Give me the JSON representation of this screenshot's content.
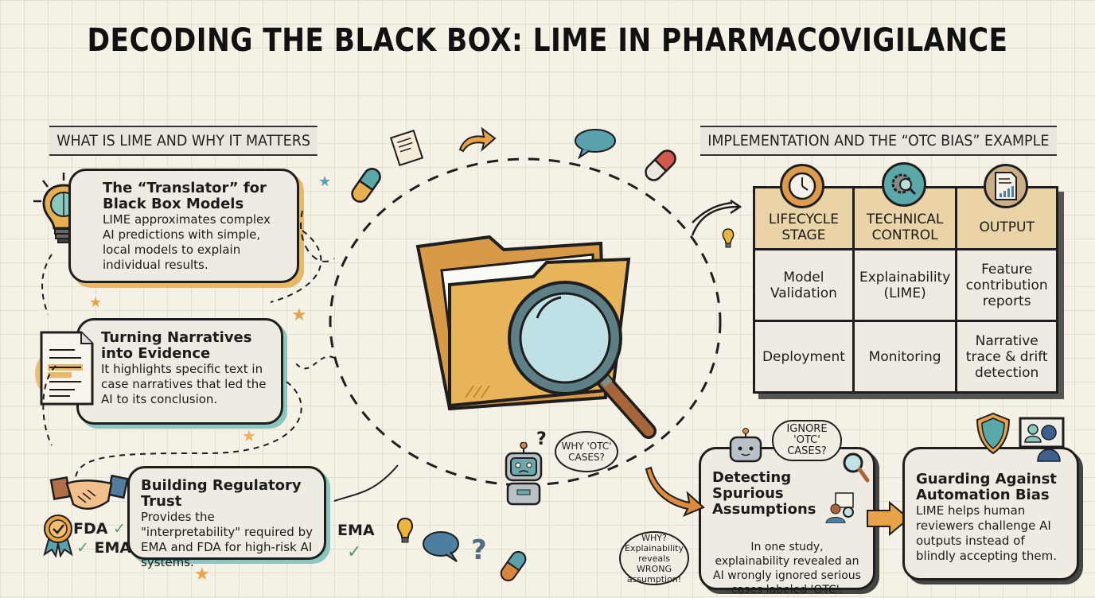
{
  "title": "DECODING THE BLACK BOX: LIME IN PHARMACOVIGILANCE",
  "left_section": {
    "header": "WHAT IS LIME AND WHY IT MATTERS",
    "cards": [
      {
        "icon": "lightbulb-brain-icon",
        "title": "The “Translator” for Black Box Models",
        "body": "LIME approximates complex AI predictions with simple, local models to explain individual results."
      },
      {
        "icon": "document-highlight-icon",
        "title": "Turning Narratives into Evidence",
        "body": "It highlights specific text in case narratives that led the AI to its conclusion."
      },
      {
        "icon": "handshake-icon",
        "title": "Building Regulatory Trust",
        "body": "Provides the \"interpretability\" required by EMA and FDA for high-risk AI systems."
      }
    ],
    "badges": {
      "fda": "FDA",
      "ema": "EMA",
      "ema_standalone": "EMA",
      "check": "✓"
    }
  },
  "center": {
    "illustration": "folder-magnifier-icon",
    "robot_bubble": "WHY 'OTC' CASES?",
    "question_mark": "?"
  },
  "right_section": {
    "header": "IMPLEMENTATION AND THE “OTC BIAS” EXAMPLE",
    "table": {
      "headers": [
        {
          "label": "LIFECYCLE STAGE",
          "icon": "stopwatch-icon",
          "color": "#e09a4c"
        },
        {
          "label": "TECHNICAL CONTROL",
          "icon": "gear-magnifier-icon",
          "color": "#5aa8a8"
        },
        {
          "label": "OUTPUT",
          "icon": "report-chart-icon",
          "color": "#c9ae86"
        }
      ],
      "rows": [
        [
          "Model Validation",
          "Explainability (LIME)",
          "Feature contribution reports"
        ],
        [
          "Deployment",
          "Monitoring",
          "Narrative trace & drift detection"
        ]
      ]
    },
    "cards": [
      {
        "title": "Detecting Spurious Assumptions",
        "body": "In one study, explainability revealed an AI wrongly ignored serious cases labeled 'OTC'.",
        "robot_bubble": "IGNORE 'OTC' CASES?"
      },
      {
        "title": "Guarding Against Automation Bias",
        "body": "LIME helps human reviewers challenge AI outputs instead of blindly accepting them."
      }
    ],
    "why_bubble": "WHY? Explainability reveals WRONG assumption!"
  },
  "colors": {
    "background": "#f5f1e6",
    "orange": "#e8a24a",
    "teal": "#5aa8a8",
    "folder": "#e8b45a",
    "ink": "#1e1e1e"
  }
}
